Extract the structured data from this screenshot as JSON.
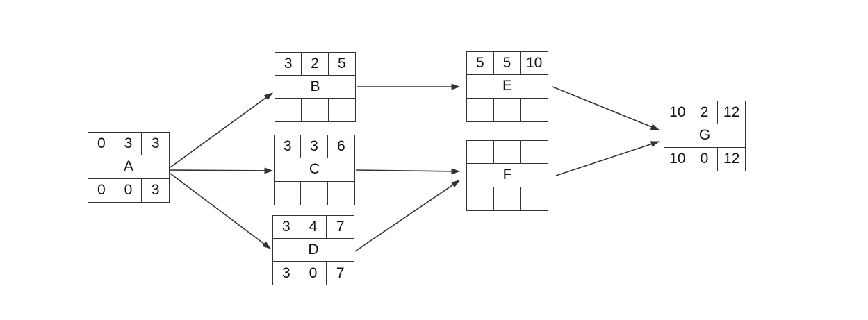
{
  "nodes": {
    "A": {
      "name": "A",
      "top": [
        "0",
        "3",
        "3"
      ],
      "bottom": [
        "0",
        "0",
        "3"
      ]
    },
    "B": {
      "name": "B",
      "top": [
        "3",
        "2",
        "5"
      ],
      "bottom": [
        "",
        "",
        ""
      ]
    },
    "C": {
      "name": "C",
      "top": [
        "3",
        "3",
        "6"
      ],
      "bottom": [
        "",
        "",
        ""
      ]
    },
    "D": {
      "name": "D",
      "top": [
        "3",
        "4",
        "7"
      ],
      "bottom": [
        "3",
        "0",
        "7"
      ]
    },
    "E": {
      "name": "E",
      "top": [
        "5",
        "5",
        "10"
      ],
      "bottom": [
        "",
        "",
        ""
      ]
    },
    "F": {
      "name": "F",
      "top": [
        "",
        "",
        ""
      ],
      "bottom": [
        "",
        "",
        ""
      ]
    },
    "G": {
      "name": "G",
      "top": [
        "10",
        "2",
        "12"
      ],
      "bottom": [
        "10",
        "0",
        "12"
      ]
    }
  },
  "edges": [
    {
      "from": "A",
      "to": "B"
    },
    {
      "from": "A",
      "to": "C"
    },
    {
      "from": "A",
      "to": "D"
    },
    {
      "from": "B",
      "to": "E"
    },
    {
      "from": "C",
      "to": "F"
    },
    {
      "from": "D",
      "to": "F"
    },
    {
      "from": "E",
      "to": "G"
    },
    {
      "from": "F",
      "to": "G"
    }
  ],
  "colors": {
    "line": "#333333",
    "text": "#111111",
    "background": "#ffffff"
  }
}
